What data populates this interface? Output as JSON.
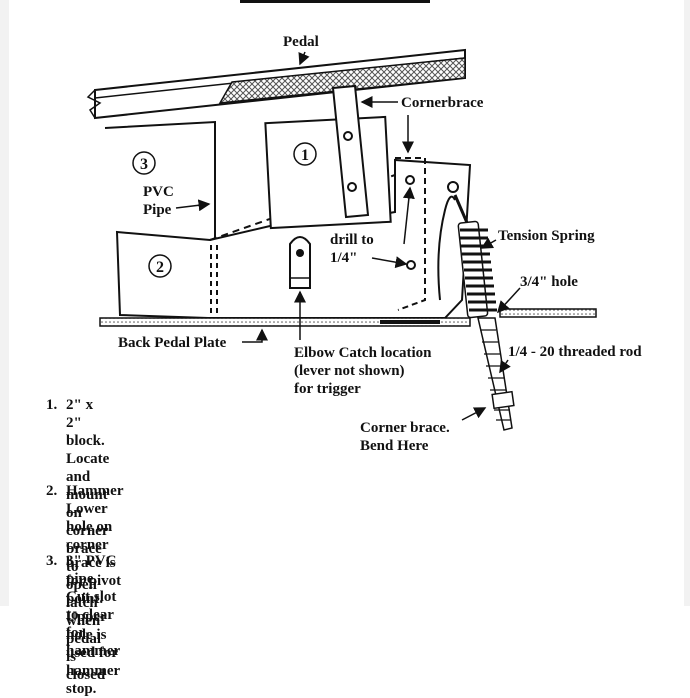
{
  "labels": {
    "pedal": "Pedal",
    "cornerbrace": "Cornerbrace",
    "pvc_pipe": "PVC\nPipe",
    "drill": "drill to\n1/4\"",
    "tension_spring": "Tension Spring",
    "hole": "3/4\" hole",
    "back_pedal_plate": "Back Pedal Plate",
    "elbow_catch": "Elbow Catch location\n(lever not shown)\nfor trigger",
    "threaded_rod": "1/4 - 20 threaded rod",
    "corner_brace_bend": "Corner brace.\nBend Here"
  },
  "markers": [
    "1",
    "2",
    "3"
  ],
  "notes": [
    {
      "index": "1.",
      "text": "2\" x 2\" block.  Locate and\nmount on corner brace to\nopen latch when pedal is\nclosed"
    },
    {
      "index": "2.",
      "text": "Hammer\nLower hole on corner brace is for pivot point.\nUpper hole is used for hammer stop."
    },
    {
      "index": "3.",
      "text": "3\" PVC pipe.  Cut slot to clear for hammer"
    }
  ]
}
